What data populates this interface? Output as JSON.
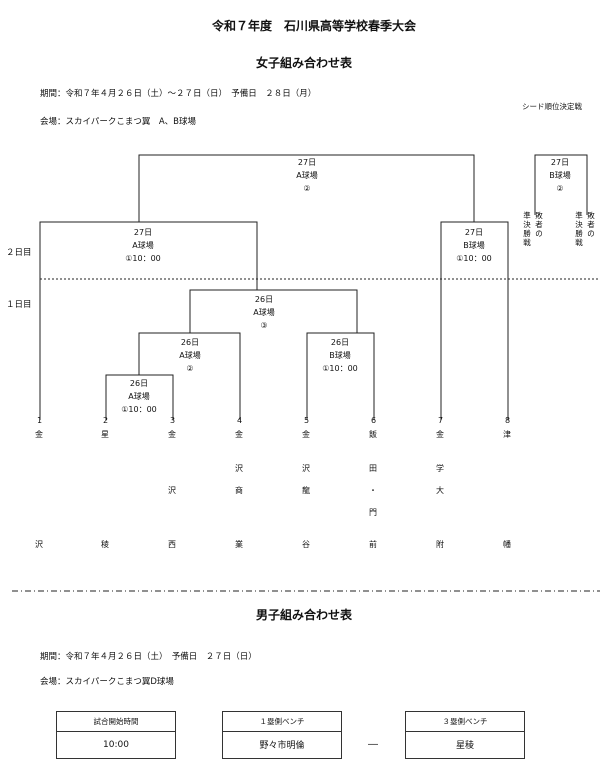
{
  "header": {
    "title": "令和７年度　石川県高等学校春季大会",
    "girls_title": "女子組み合わせ表",
    "boys_title": "男子組み合わせ表"
  },
  "girls": {
    "period": "期間：令和７年４月２６日（土）～２７日（日）　予備日　２８日（月）",
    "venue": "会場：スカイパークこまつ翼　A、B球場",
    "seed_decision": "シード順位決定戦",
    "day2_label": "２日目",
    "day1_label": "１日目",
    "match_top": [
      "27日",
      "A球場",
      "②"
    ],
    "match_left27": [
      "27日",
      "A球場",
      "①10：00"
    ],
    "match_right27": [
      "27日",
      "B球場",
      "①10：00"
    ],
    "match_26a3": [
      "26日",
      "A球場",
      "③"
    ],
    "match_26a2": [
      "26日",
      "A球場",
      "②"
    ],
    "match_26b1": [
      "26日",
      "B球場",
      "①10：00"
    ],
    "match_26a1": [
      "26日",
      "A球場",
      "①10：00"
    ],
    "match_seed": [
      "27日",
      "B球場",
      "②"
    ],
    "seed_left_col1": "敗者の",
    "seed_left_col2": "準決勝戦",
    "seed_right_col1": "敗者の",
    "seed_right_col2": "準決勝戦",
    "teams": [
      {
        "no": "1",
        "name": [
          "金",
          "",
          "",
          "",
          "沢"
        ]
      },
      {
        "no": "2",
        "name": [
          "星",
          "",
          "",
          "",
          "稜"
        ]
      },
      {
        "no": "3",
        "name": [
          "金",
          "",
          "沢",
          "",
          "西"
        ]
      },
      {
        "no": "4",
        "name": [
          "金",
          "沢",
          "商",
          "",
          "業"
        ]
      },
      {
        "no": "5",
        "name": [
          "金",
          "沢",
          "龍",
          "",
          "谷"
        ]
      },
      {
        "no": "6",
        "name": [
          "飯",
          "田",
          "・",
          "門",
          "前"
        ]
      },
      {
        "no": "7",
        "name": [
          "金",
          "学",
          "大",
          "",
          "附"
        ]
      },
      {
        "no": "8",
        "name": [
          "津",
          "",
          "",
          "",
          "幡"
        ]
      }
    ]
  },
  "boys": {
    "period": "期間：令和７年４月２６日（土）　予備日　２７日（日）",
    "venue": "会場：スカイパークこまつ翼D球場",
    "table": {
      "start_label": "試合開始時間",
      "start_value": "10:00",
      "first_label": "１塁側ベンチ",
      "first_value": "野々市明倫",
      "third_label": "３塁側ベンチ",
      "third_value": "星稜",
      "dash": "―"
    }
  }
}
